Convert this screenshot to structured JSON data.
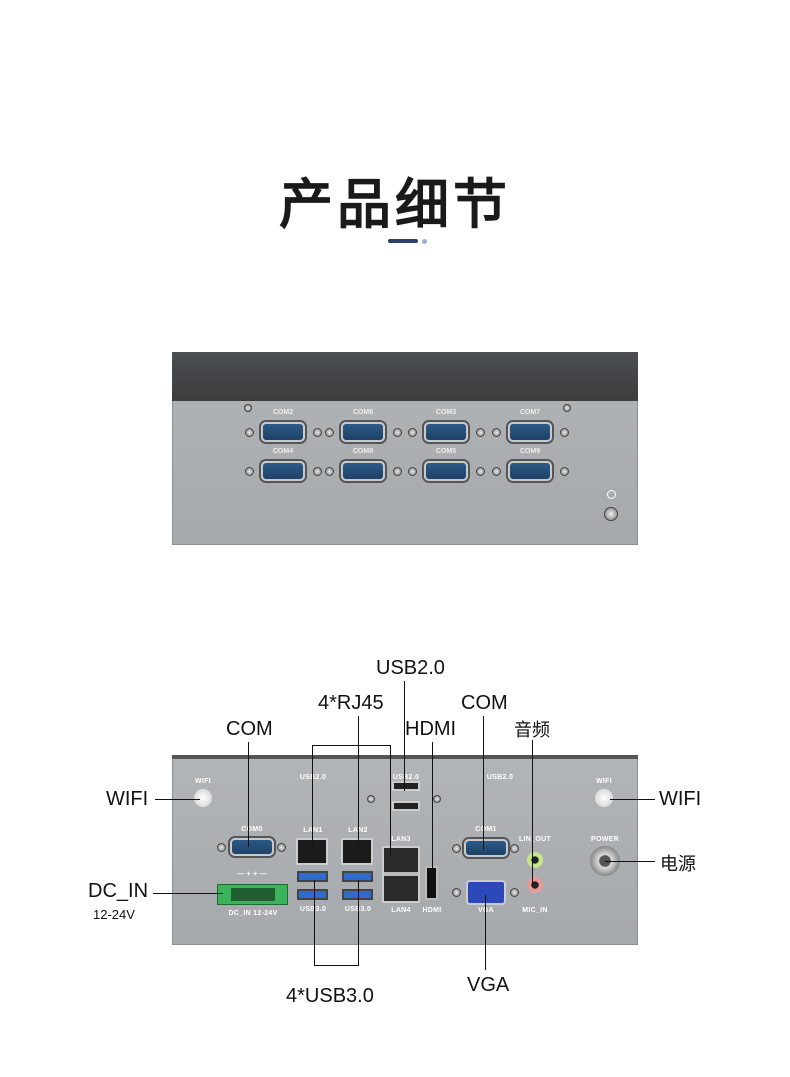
{
  "title": "产品细节",
  "top_panel": {
    "ports": [
      "COM2",
      "COM4",
      "COM6",
      "COM8",
      "COM3",
      "COM5",
      "COM7",
      "COM9"
    ]
  },
  "bottom_panel": {
    "printed": {
      "wifi_left": "WIFI",
      "wifi_right": "WIFI",
      "usb2_a": "USB2.0",
      "usb2_b": "USB2.0",
      "usb2_c": "USB2.0",
      "com0": "COM0",
      "lan1": "LAN1",
      "lan2": "LAN2",
      "lan3": "LAN3",
      "lan4": "LAN4",
      "com1": "COM1",
      "line_out": "LIN_OUT",
      "power": "POWER",
      "dc_polarity": "— + + —",
      "dc_in": "DC_IN 12-24V",
      "usb3_a": "USB3.0",
      "usb3_b": "USB3.0",
      "hdmi": "HDMI",
      "vga": "VGA",
      "mic_in": "MIC_IN"
    },
    "callouts": {
      "usb20": "USB2.0",
      "rj45": "4*RJ45",
      "com_right": "COM",
      "hdmi": "HDMI",
      "audio": "音频",
      "com_left": "COM",
      "wifi_left": "WIFI",
      "wifi_right": "WIFI",
      "dc_in": "DC_IN",
      "dc_voltage": "12-24V",
      "power": "电源",
      "vga": "VGA",
      "usb30": "4*USB3.0"
    }
  }
}
